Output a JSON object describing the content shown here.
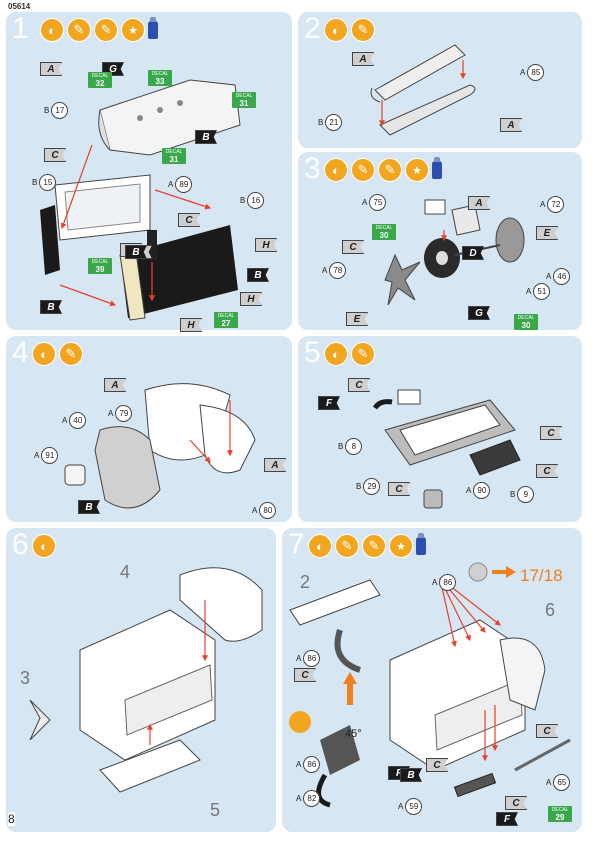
{
  "header": {
    "code": "05614"
  },
  "page_number": "8",
  "steps": [
    {
      "number": "1",
      "callouts": [
        "A",
        "G",
        "B",
        "C",
        "C",
        "A",
        "H",
        "B",
        "H",
        "H",
        "B",
        "A",
        "B"
      ],
      "parts": [
        "B 17",
        "B 15",
        "A 89",
        "B 16"
      ],
      "decals": [
        {
          "top": "DECAL",
          "num": "32"
        },
        {
          "top": "DECAL",
          "num": "33"
        },
        {
          "top": "DECAL",
          "num": "31"
        },
        {
          "top": "DECAL",
          "num": "31"
        },
        {
          "top": "DECAL",
          "num": "39"
        },
        {
          "top": "DECAL",
          "num": "27"
        }
      ]
    },
    {
      "number": "2",
      "callouts": [
        "A",
        "A"
      ],
      "parts": [
        "B 21",
        "A 85"
      ]
    },
    {
      "number": "3",
      "callouts": [
        "A",
        "C",
        "D",
        "E",
        "E",
        "G"
      ],
      "parts": [
        "A 75",
        "A 72",
        "A 78",
        "A 46",
        "A 51"
      ],
      "decals": [
        {
          "top": "DECAL",
          "num": "30"
        },
        {
          "top": "DECAL",
          "num": "30"
        }
      ]
    },
    {
      "number": "4",
      "callouts": [
        "A",
        "A",
        "B"
      ],
      "parts": [
        "A 79",
        "A 40",
        "A 91",
        "A 80"
      ]
    },
    {
      "number": "5",
      "callouts": [
        "C",
        "F",
        "C",
        "C",
        "C"
      ],
      "parts": [
        "B 8",
        "B 29",
        "A 90",
        "B 9"
      ]
    },
    {
      "number": "6",
      "labels": [
        "4",
        "3",
        "5"
      ]
    },
    {
      "number": "7",
      "callouts": [
        "C",
        "C",
        "C",
        "F",
        "C",
        "F",
        "B"
      ],
      "parts": [
        "A 86",
        "A 86",
        "A 86",
        "A 82",
        "A 59",
        "A 65"
      ],
      "labels": [
        "2",
        "6"
      ],
      "angle": "45°",
      "ref_pages": "17/18",
      "decals": [
        {
          "top": "DECAL",
          "num": "29"
        }
      ]
    }
  ],
  "colors": {
    "panel": "#d6e6f2",
    "accent": "#f2a51f",
    "arrow": "#e8412c",
    "green": "#3aa84a",
    "dark_flag": "#1a1a1a",
    "grey_flag": "#cfcfcf"
  }
}
